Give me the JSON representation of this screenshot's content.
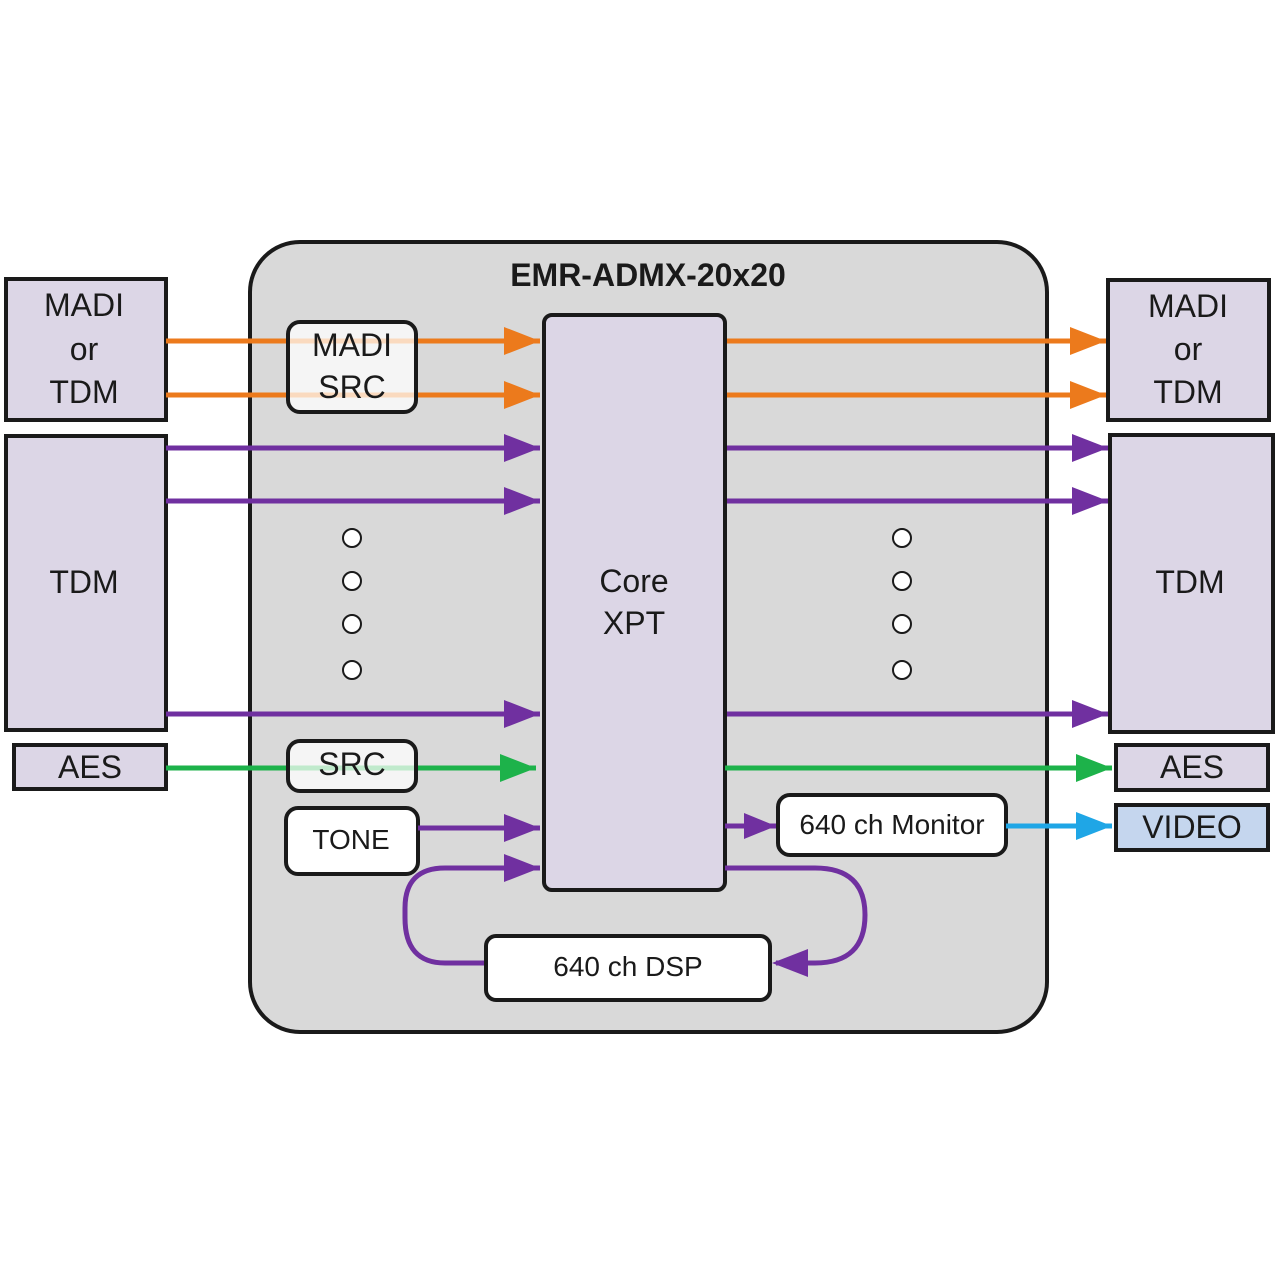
{
  "title": "EMR-ADMX-20x20",
  "inputs": {
    "madi_line1": "MADI",
    "madi_line2": "or",
    "madi_line3": "TDM",
    "tdm": "TDM",
    "aes": "AES"
  },
  "outputs": {
    "madi_line1": "MADI",
    "madi_line2": "or",
    "madi_line3": "TDM",
    "tdm": "TDM",
    "aes": "AES",
    "video": "VIDEO"
  },
  "blocks": {
    "madi_src_line1": "MADI",
    "madi_src_line2": "SRC",
    "src": "SRC",
    "tone": "TONE",
    "core_line1": "Core",
    "core_line2": "XPT",
    "monitor": "640 ch Monitor",
    "dsp": "640 ch DSP"
  },
  "colors": {
    "madi": "#ec7a1c",
    "tdm": "#7030a0",
    "aes": "#1db24a",
    "video": "#1fa6e6",
    "io_box": "#dcd6e6",
    "chassis": "#d9d9d9",
    "video_box": "#c5d6ee"
  }
}
